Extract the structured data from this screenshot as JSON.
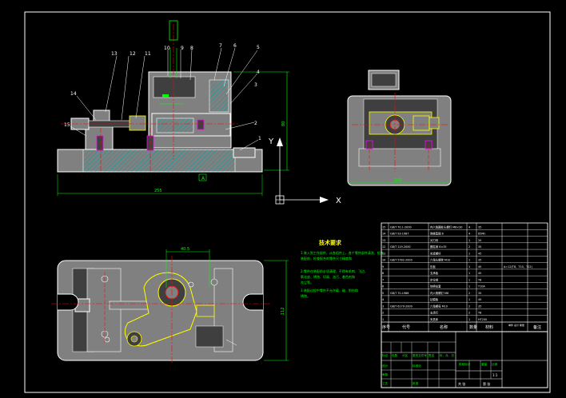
{
  "colors": {
    "background": "#000000",
    "frame": "#ffffff",
    "part_fill": "#808080",
    "part_dark": "#3f3f3f",
    "hatch": "#00a0a0",
    "centerline": "#ff0000",
    "dimension": "#00ff00",
    "highlight": "#ffff00",
    "axis": "#ffffff",
    "pin": "#ff00ff"
  },
  "axis": {
    "y_label": "Y",
    "x_label": "X"
  },
  "front_view": {
    "balloons": [
      "13",
      "12",
      "11",
      "10",
      "9",
      "8",
      "7",
      "6",
      "5",
      "4",
      "14",
      "15",
      "3",
      "2",
      "1"
    ],
    "width_dim": "255",
    "height_dim": "80",
    "section_label": "A"
  },
  "side_view": {
    "width_dim": "100"
  },
  "top_view": {
    "dim_top": "40.5",
    "height_dim": "112"
  },
  "tech_req": {
    "title": "技术要求",
    "lines": [
      "1.装入到工作部件，从各组件上，各个零件部件清洗、检查，",
      "  装配前，检查配合的零件尺寸精度和",
      "2.零件在装配前必须清理，不得有毛刺、飞边、",
      "  氧化皮、锈蚀、切屑、油污、着色剂和",
      "  灰尘等。",
      "3.装配过程中零件不允许磕、碰、划伤和",
      "  锈蚀。"
    ]
  },
  "parts_list": {
    "rows": [
      [
        "15",
        "GB/T 70.1-2000",
        "内六角圆柱头螺钉 M8×30",
        "4",
        "35",
        ""
      ],
      [
        "14",
        "GB/T 93-1987",
        "弹簧垫圈 8",
        "4",
        "65Mn",
        ""
      ],
      [
        "13",
        "",
        "对刀块",
        "1",
        "20",
        ""
      ],
      [
        "12",
        "GB/T 119-2000",
        "圆柱销 8×35",
        "2",
        "35",
        ""
      ],
      [
        "11",
        "",
        "夹紧螺杆",
        "1",
        "45",
        ""
      ],
      [
        "10",
        "GB/T 5782-2000",
        "六角头螺栓 M10",
        "1",
        "35",
        ""
      ],
      [
        "9",
        "",
        "压板",
        "1",
        "45",
        "A=12(T8，T10，T12)"
      ],
      [
        "8",
        "",
        "支承板",
        "1",
        "45",
        ""
      ],
      [
        "7",
        "",
        "定位销",
        "1",
        "T8",
        ""
      ],
      [
        "6",
        "",
        "快换钻套",
        "1",
        "T10A",
        ""
      ],
      [
        "5",
        "GB/T 70-1986",
        "内六角螺钉 M6",
        "2",
        "35",
        ""
      ],
      [
        "4",
        "",
        "钻模板",
        "1",
        "45",
        ""
      ],
      [
        "3",
        "GB/T 6170-2000",
        "六角螺母 M10",
        "2",
        "35",
        ""
      ],
      [
        "2",
        "",
        "支承钉",
        "2",
        "T8",
        ""
      ],
      [
        "1",
        "",
        "夹具体",
        "1",
        "HT200",
        ""
      ]
    ],
    "header": [
      "序号",
      "代号",
      "名称",
      "数量",
      "材料",
      "单件 总计 重量",
      "备注"
    ]
  },
  "title_block": {
    "cells": [
      "标记",
      "处数",
      "分区",
      "更改文件号",
      "签名",
      "年、月、日",
      "设计",
      "标准化",
      "阶段标记",
      "重量",
      "比例",
      "审核",
      "工艺",
      "批准",
      "1:1",
      "共 张",
      "第 张"
    ]
  }
}
